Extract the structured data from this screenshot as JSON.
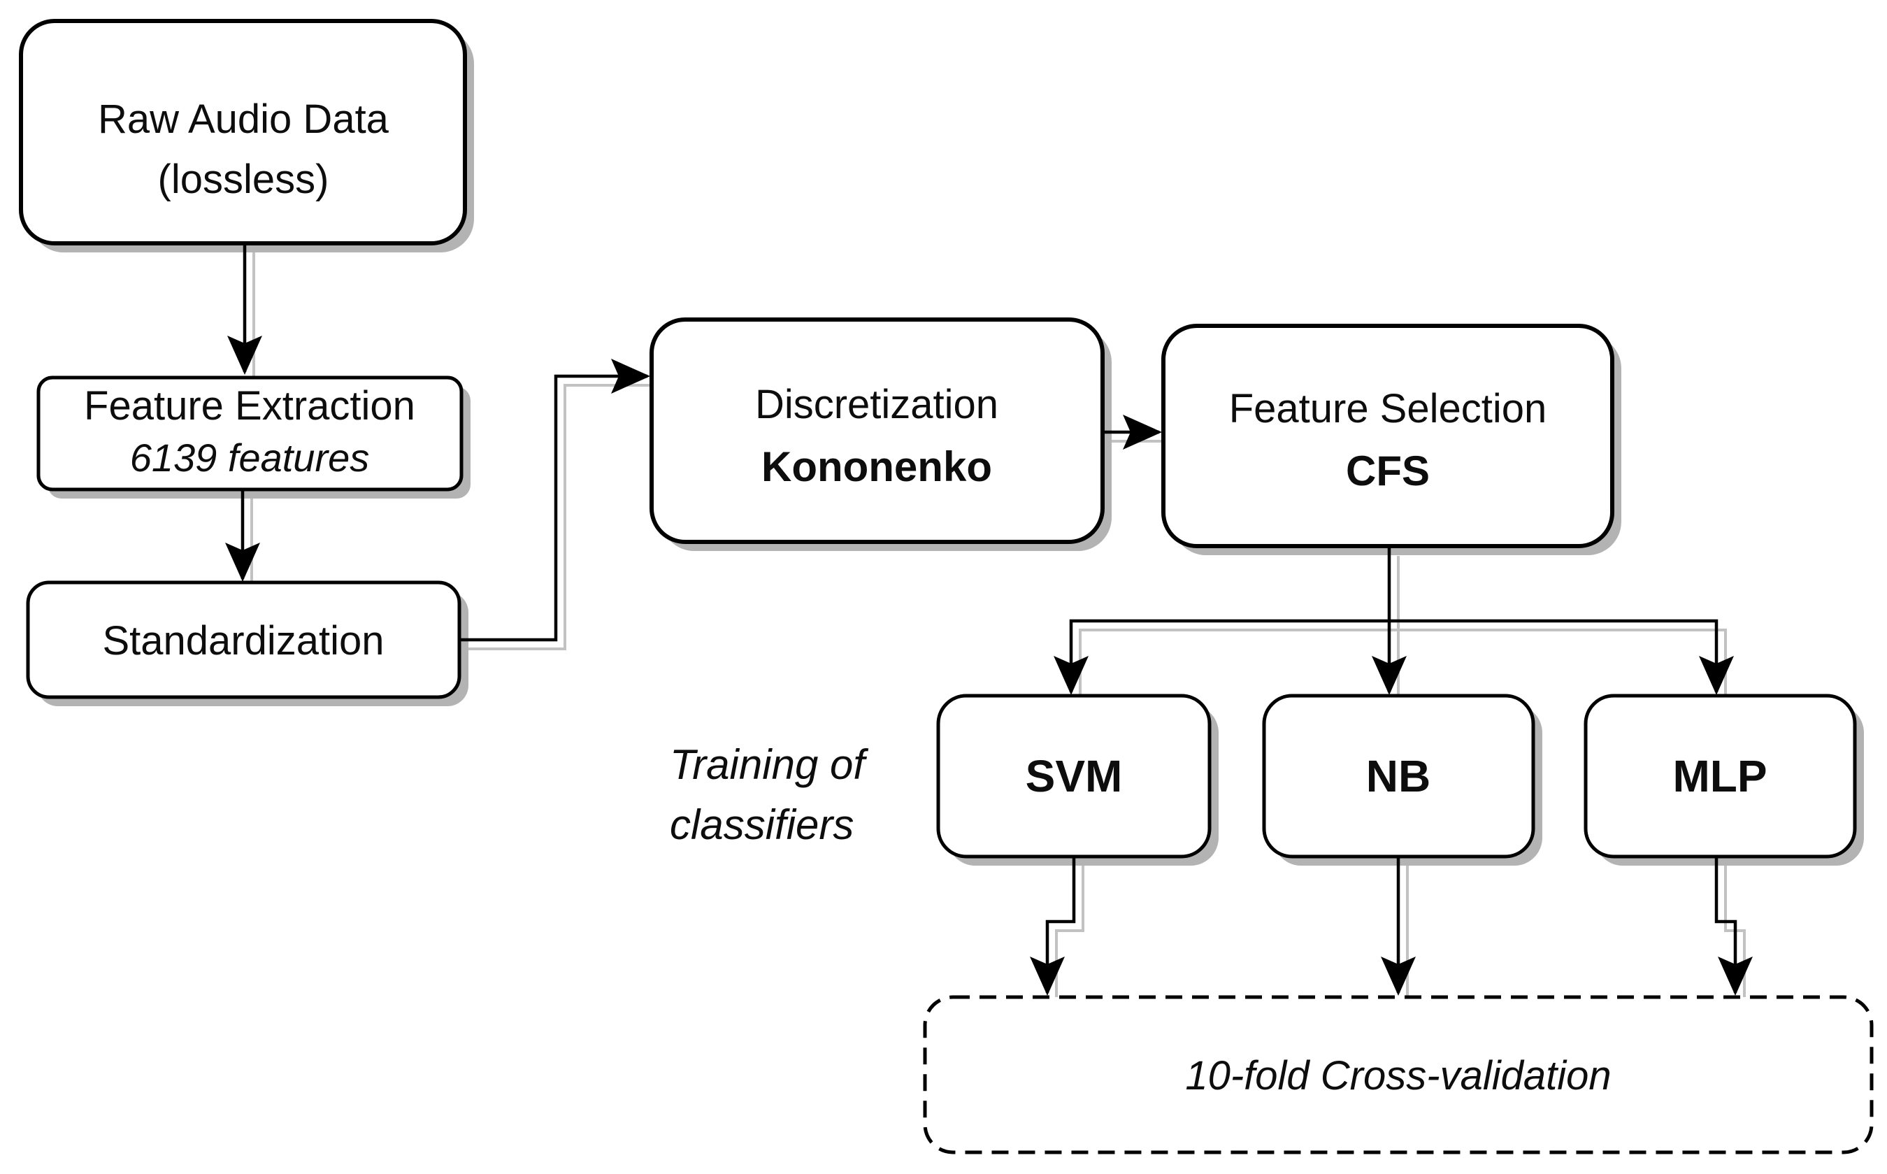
{
  "diagram": {
    "nodes": {
      "raw_audio": {
        "line1": "Raw Audio Data",
        "line2": "(lossless)"
      },
      "feature_extraction": {
        "line1": "Feature Extraction",
        "line2": "6139 features"
      },
      "standardization": {
        "label": "Standardization"
      },
      "discretization": {
        "line1": "Discretization",
        "line2": "Kononenko"
      },
      "feature_selection": {
        "line1": "Feature Selection",
        "line2": "CFS"
      },
      "svm": {
        "label": "SVM"
      },
      "nb": {
        "label": "NB"
      },
      "mlp": {
        "label": "MLP"
      },
      "cross_validation": {
        "label": "10-fold Cross-validation"
      }
    },
    "annotations": {
      "training": {
        "line1": "Training of",
        "line2": "classifiers"
      }
    },
    "colors": {
      "line": "#000000",
      "box_fill": "#ffffff",
      "shadow": "#b3b3b3",
      "text": "#0d0d0d",
      "background": "#ffffff"
    }
  }
}
